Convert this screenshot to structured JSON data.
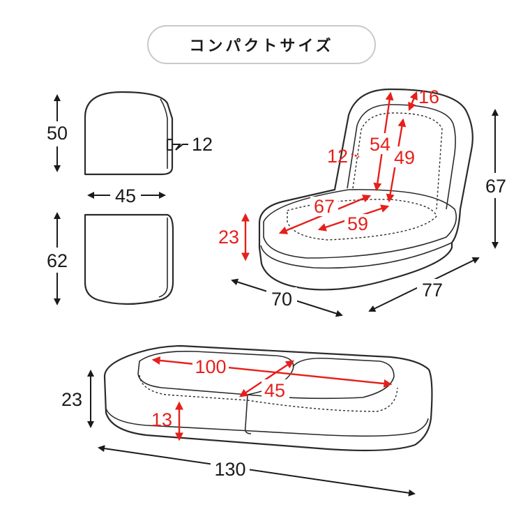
{
  "title": "コンパクトサイズ",
  "colors": {
    "dimension_black": "#1a1a1a",
    "dimension_red": "#e5201b",
    "outline": "#2a2a2a",
    "pill_border": "#c9c9c9"
  },
  "compact_views": {
    "side_height": "50",
    "side_depth": "12",
    "width": "45",
    "front_height": "62"
  },
  "chair_view": {
    "back_thickness": "16",
    "back_side": "12",
    "back_outer_height": "54",
    "back_inner_height": "49",
    "seat_diagonal": "67",
    "seat_inner": "59",
    "seat_height": "23",
    "total_height": "67",
    "width": "70",
    "depth": "77"
  },
  "flat_view": {
    "cushion_length": "100",
    "cushion_width": "45",
    "thickness": "23",
    "base_thickness": "13",
    "total_length": "130"
  }
}
